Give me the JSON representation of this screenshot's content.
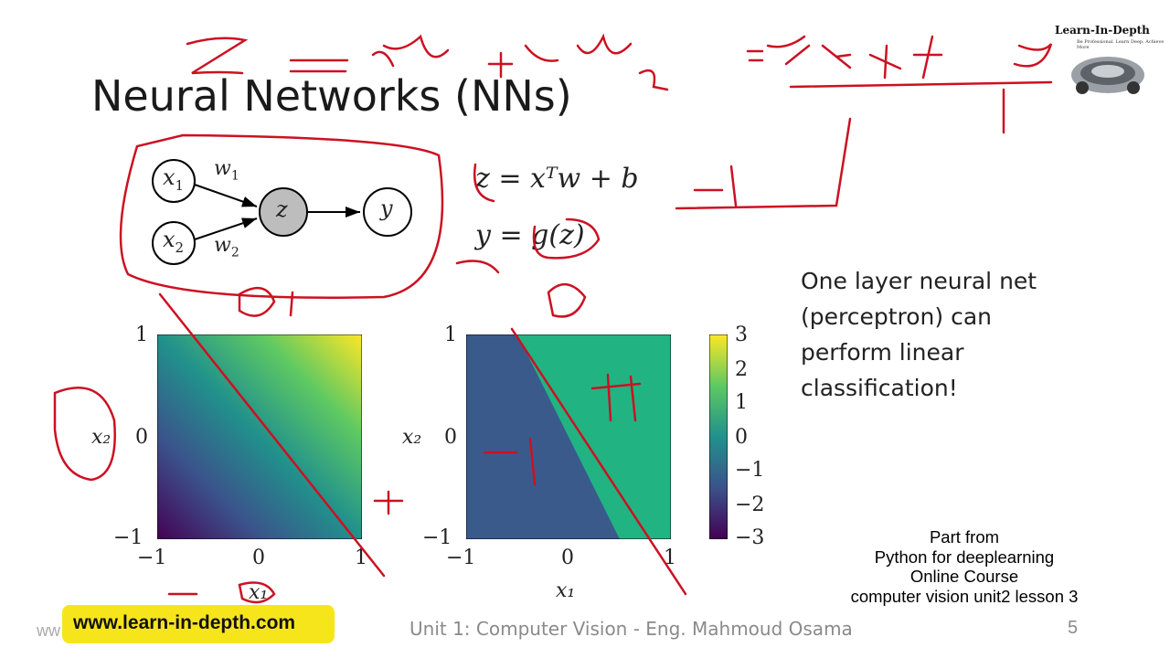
{
  "slide": {
    "title": "Neural Networks (NNs)",
    "page_number": "5",
    "footer": "Unit 1: Computer Vision - Eng. Mahmoud Osama"
  },
  "logo": {
    "text": "Learn-In-Depth",
    "tagline": "Be Professional. Learn Deep. Achieve More"
  },
  "diagram": {
    "nodes": {
      "x1": "x",
      "x1_sub": "1",
      "x2": "x",
      "x2_sub": "2",
      "z": "z",
      "y": "y"
    },
    "weights": {
      "w1": "w",
      "w1_sub": "1",
      "w2": "w",
      "w2_sub": "2"
    }
  },
  "equations": {
    "eq1": "z = xᵀw + b",
    "eq2": "y = g(z)"
  },
  "side_text": [
    "One layer neural net",
    "(perceptron) can",
    "perform linear",
    "classification!"
  ],
  "plots": {
    "left": {
      "xlabel": "x₁",
      "ylabel": "x₂",
      "xticks": [
        "−1",
        "0",
        "1"
      ],
      "yticks": [
        "1",
        "0",
        "−1"
      ]
    },
    "right": {
      "xlabel": "x₁",
      "ylabel": "x₂",
      "xticks": [
        "−1",
        "0",
        "1"
      ],
      "yticks": [
        "1",
        "0",
        "−1"
      ]
    },
    "colorbar_ticks": [
      "3",
      "2",
      "1",
      "0",
      "−1",
      "−2",
      "−3"
    ]
  },
  "credit": [
    "Part from",
    "Python for deeplearning",
    "Online Course",
    "computer vision unit2   lesson 3"
  ],
  "footer_link": {
    "prefix": "ww",
    "url": "www.learn-in-depth.com"
  },
  "colors": {
    "annotation_red": "#cc1122",
    "url_pill": "#f7e51c",
    "class_neg": "#3a5a8c",
    "class_pos": "#22b383"
  }
}
